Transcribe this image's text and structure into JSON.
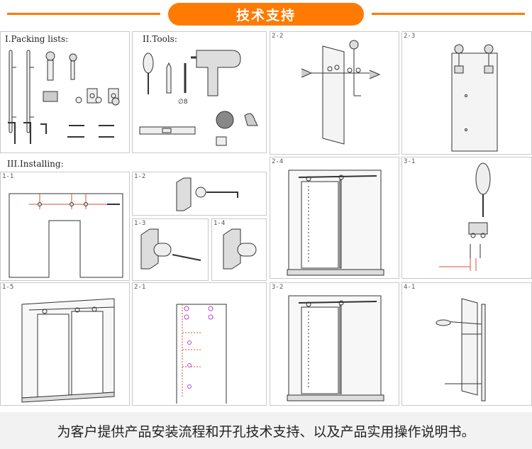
{
  "banner": {
    "title": "技术支持"
  },
  "sections": {
    "packing": "I.Packing lists:",
    "tools": "II.Tools:",
    "installing": "III.Installing:"
  },
  "panels": {
    "p1_1": "1-1",
    "p1_2": "1-2",
    "p1_3": "1-3",
    "p1_4": "1-4",
    "p1_5": "1-5",
    "p2_1": "2-1",
    "p2_2": "2-2",
    "p2_3": "2-3",
    "p2_4": "2-4",
    "p3_1": "3-1",
    "p3_2": "3-2",
    "p4_1": "4-1"
  },
  "tool_labels": {
    "drill_bit": "∅8"
  },
  "footer": {
    "text": "为客户提供产品安装流程和开孔技术支持、以及产品实用操作说明书。"
  },
  "colors": {
    "accent": "#ff7a00",
    "dimension": "#e0483c",
    "highlight": "#b04ad0"
  }
}
